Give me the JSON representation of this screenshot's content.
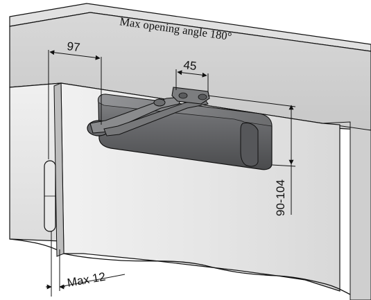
{
  "figure": {
    "title": "Max opening angle 180°",
    "dimensions": {
      "horizontal_offset": "97",
      "arm_bracket": "45",
      "vertical_height": "90-104",
      "max_gap": "Max 12"
    }
  },
  "colors": {
    "header_front": "#d7d7d7",
    "header_top": "#cfcfcf",
    "header_side": "#9d9d9d",
    "wall_light": "#e6e6e6",
    "wall_dark": "#d3d3d3",
    "door_face": "#e8e8e8",
    "door_edge": "#bcbcbc",
    "closer_body": "#5f6062",
    "closer_top": "#7d7e80",
    "closer_arm": "#8a8b8d",
    "line": "#111111"
  }
}
